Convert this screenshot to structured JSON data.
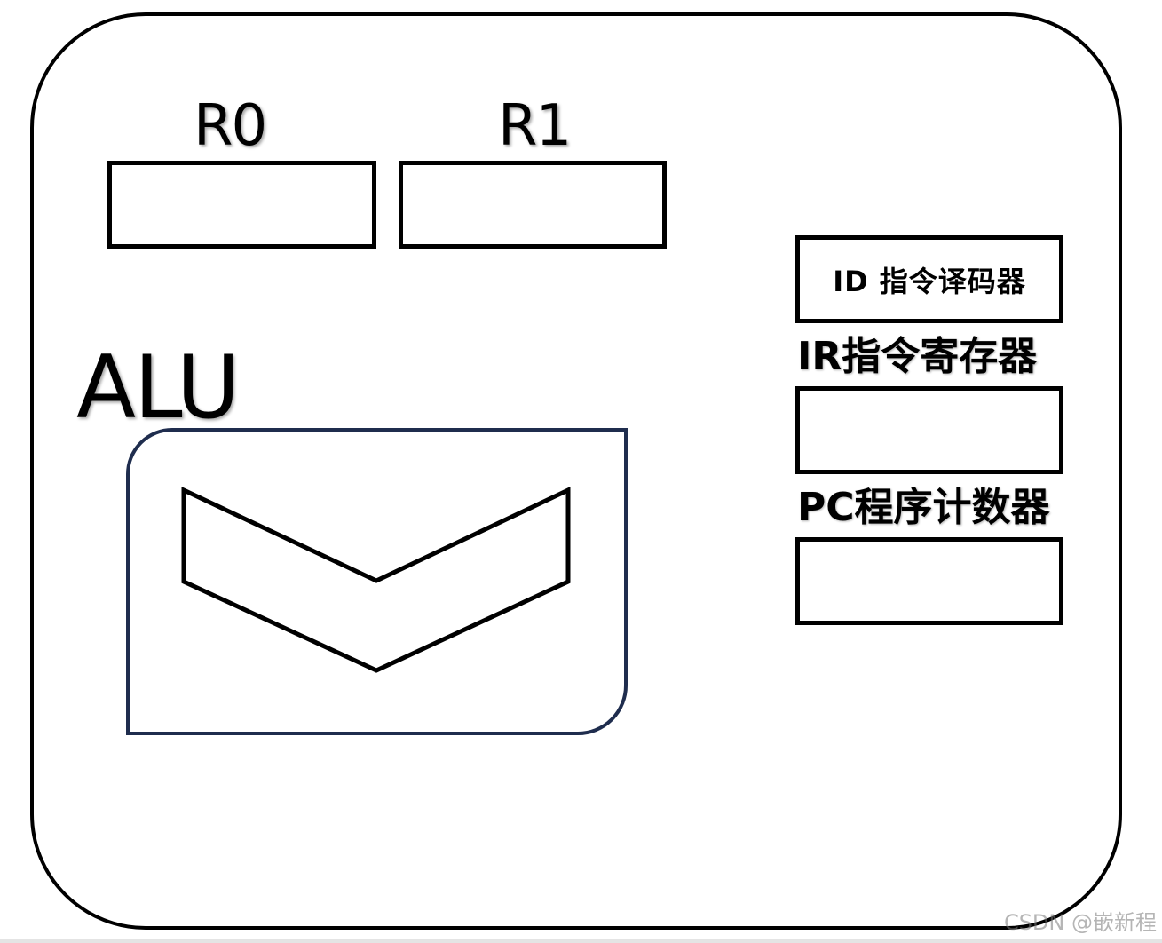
{
  "registers": {
    "r0": {
      "label": "R0"
    },
    "r1": {
      "label": "R1"
    }
  },
  "alu": {
    "label": "ALU"
  },
  "control_unit": {
    "id_label": "ID 指令译码器",
    "ir_label": "IR指令寄存器",
    "pc_label": "PC程序计数器"
  },
  "watermark": "CSDN @嵌新程",
  "colors": {
    "stroke": "#000000",
    "alu_border": "#1f2d4e"
  }
}
